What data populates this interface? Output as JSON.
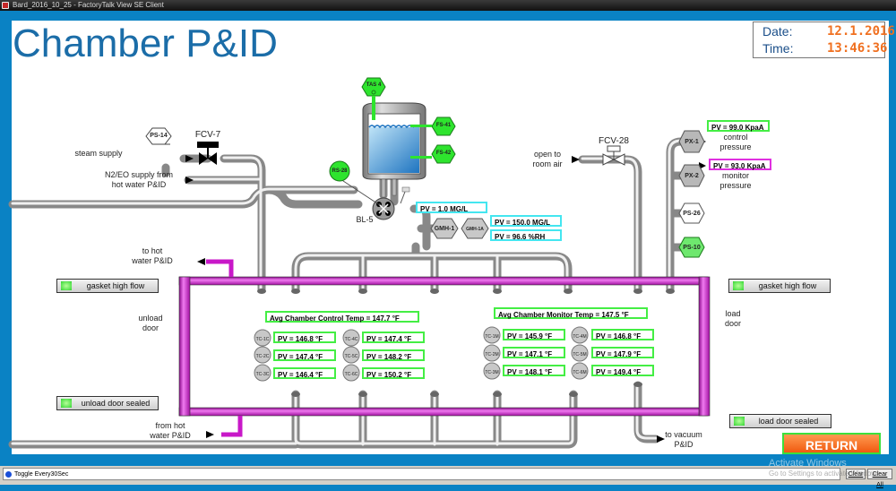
{
  "window": {
    "title": "Bard_2016_10_25 - FactoryTalk View SE Client"
  },
  "header": {
    "title": "Chamber P&ID",
    "date_label": "Date:",
    "date_value": "12.1.2016",
    "time_label": "Time:",
    "time_value": "13:46:36"
  },
  "colors": {
    "pipe_hot_water": "#c818c8",
    "pv_green": "#44ee44",
    "pv_cyan": "#44e6f0",
    "pv_magenta": "#e030e0",
    "title_blue": "#1b6da8",
    "return_orange": "#f05a10",
    "frame_blue": "#0a82c4"
  },
  "labels": {
    "steam_supply": "steam supply",
    "n2eo_supply": "N2/EO supply from\nhot water P&ID",
    "fcv7": "FCV-7",
    "fcv28": "FCV-28",
    "open_to_room_air": "open to\nroom air",
    "bl5": "BL-5",
    "to_hot_water": "to hot\nwater P&ID",
    "from_hot_water": "from hot\nwater P&ID",
    "unload_door": "unload\ndoor",
    "load_door": "load\ndoor",
    "to_vacuum": "to vacuum\nP&ID",
    "control_pressure": "control\npressure",
    "monitor_pressure": "monitor\npressure"
  },
  "instruments": {
    "ps14": "PS-14",
    "tas4": "TAS 4",
    "fs41": "FS-41",
    "fs42": "FS-42",
    "rs28": "RS-28",
    "gmh1": "GMH-1",
    "gmh1a": "GMH-1A",
    "px1": "PX-1",
    "px2": "PX-2",
    "ps26": "PS-26",
    "ps10": "PS-10"
  },
  "readings": {
    "mgl_1": "PV = 1.0 MG/L",
    "mgl_150": "PV = 150.0 MG/L",
    "rh": "PV = 96.6  %RH",
    "px1": "PV = 99.0 KpaA",
    "px2": "PV = 93.0 KpaA"
  },
  "control_temps": {
    "avg": "Avg Chamber Control Temp = 147.7  °F",
    "sensors": [
      {
        "tag": "TC-1C",
        "pv": "PV = 146.8  °F"
      },
      {
        "tag": "TC-2C",
        "pv": "PV = 147.4  °F"
      },
      {
        "tag": "TC-3C",
        "pv": "PV = 146.4  °F"
      },
      {
        "tag": "TC-4C",
        "pv": "PV = 147.4  °F"
      },
      {
        "tag": "TC-5C",
        "pv": "PV = 148.2  °F"
      },
      {
        "tag": "TC-6C",
        "pv": "PV = 150.2  °F"
      }
    ]
  },
  "monitor_temps": {
    "avg": "Avg Chamber Monitor Temp = 147.5  °F",
    "sensors": [
      {
        "tag": "TC-1M",
        "pv": "PV = 145.9  °F"
      },
      {
        "tag": "TC-2M",
        "pv": "PV = 147.1  °F"
      },
      {
        "tag": "TC-3M",
        "pv": "PV = 148.1  °F"
      },
      {
        "tag": "TC-4M",
        "pv": "PV = 146.8  °F"
      },
      {
        "tag": "TC-5M",
        "pv": "PV = 147.9  °F"
      },
      {
        "tag": "TC-6M",
        "pv": "PV = 149.4  °F"
      }
    ]
  },
  "status_indicators": {
    "gasket_left": "gasket high flow",
    "gasket_right": "gasket high flow",
    "unload_sealed": "unload door sealed",
    "load_sealed": "load door sealed"
  },
  "buttons": {
    "return": "RETURN",
    "clear": "Clear",
    "clear_all": "Clear All"
  },
  "statusbar": {
    "message": "Toggle Every30Sec"
  },
  "watermark": {
    "line1": "Activate Windows",
    "line2": "Go to Settings to activate Windows."
  }
}
